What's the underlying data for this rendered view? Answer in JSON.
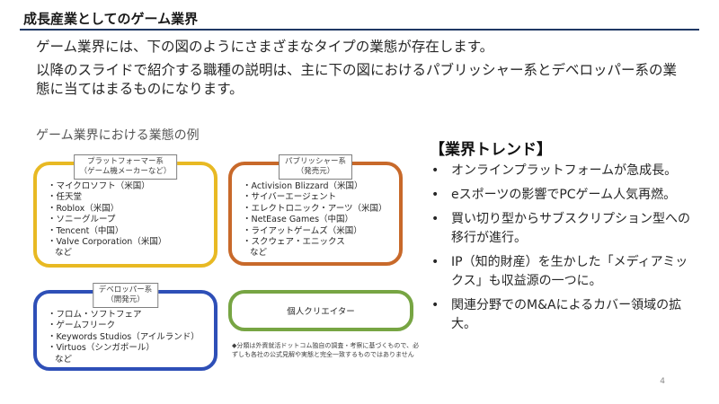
{
  "title": "成長産業としてのゲーム業界",
  "intro": {
    "line1": "ゲーム業界には、下の図のようにさまざまなタイプの業態が存在します。",
    "line2": "以降のスライドで紹介する職種の説明は、主に下の図におけるパブリッシャー系とデベロッパー系の業態に当てはまるものになります。"
  },
  "diagram": {
    "label": "ゲーム業界における業態の例",
    "platform": {
      "label_line1": "プラットフォーマー系",
      "label_line2": "（ゲーム機メーカーなど）",
      "items": [
        "・マイクロソフト（米国）",
        "・任天堂",
        "・Roblox（米国）",
        "・ソニーグループ",
        "・Tencent（中国）",
        "・Valve Corporation（米国）",
        "など"
      ],
      "color": "#e8b923"
    },
    "publisher": {
      "label_line1": "パブリッシャー系",
      "label_line2": "（発売元）",
      "items": [
        "・Activision Blizzard（米国）",
        "・サイバーエージェント",
        "・エレクトロニック・アーツ（米国）",
        "・NetEase Games（中国）",
        "・ライアットゲームズ（米国）",
        "・スクウェア・エニックス",
        "など"
      ],
      "color": "#c8692a"
    },
    "developer": {
      "label_line1": "デベロッパー系",
      "label_line2": "（開発元）",
      "items": [
        "・フロム・ソフトフェア",
        "・ゲームフリーク",
        "・Keywords Studios（アイルランド）",
        "・Virtuos（シンガポール）",
        "など"
      ],
      "color": "#2e4fb7"
    },
    "individual": {
      "text": "個人クリエイター",
      "color": "#77a543"
    },
    "note": "◆分類は外資就活ドットコム独自の調査・考察に基づくもので、必ずしも各社の公式見解や実態と完全一致するものではありません"
  },
  "trends": {
    "heading": "【業界トレンド】",
    "items": [
      "オンラインプラットフォームが急成長。",
      "eスポーツの影響でPCゲーム人気再燃。",
      "買い切り型からサブスクリプション型への移行が進行。",
      "IP（知的財産）を生かした「メディアミックス」も収益源の一つに。",
      "関連分野でのM&Aによるカバー領域の拡大。"
    ]
  },
  "page_number": "4"
}
